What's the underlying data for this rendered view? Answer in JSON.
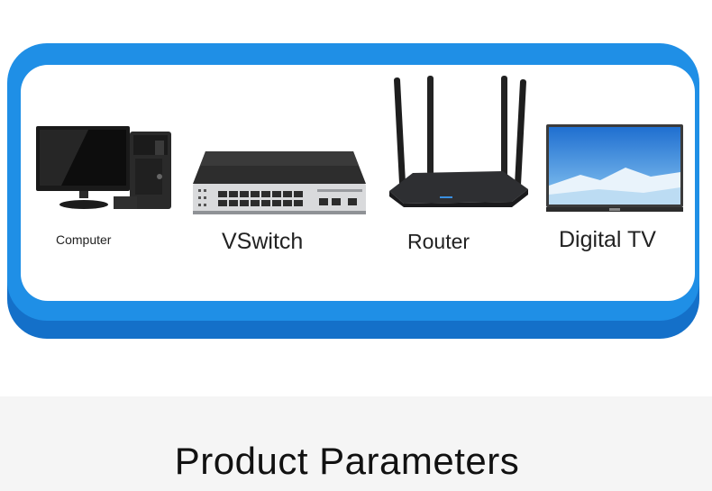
{
  "devices": [
    {
      "label": "Computer",
      "icon": "computer-icon"
    },
    {
      "label": "VSwitch",
      "icon": "switch-icon"
    },
    {
      "label": "Router",
      "icon": "router-icon"
    },
    {
      "label": "Digital TV",
      "icon": "tv-icon"
    }
  ],
  "section": {
    "title": "Product Parameters"
  },
  "colors": {
    "frame": "#1f8fe6",
    "frame_shadow": "#1470c9",
    "bottom_bg": "#f5f5f5"
  }
}
